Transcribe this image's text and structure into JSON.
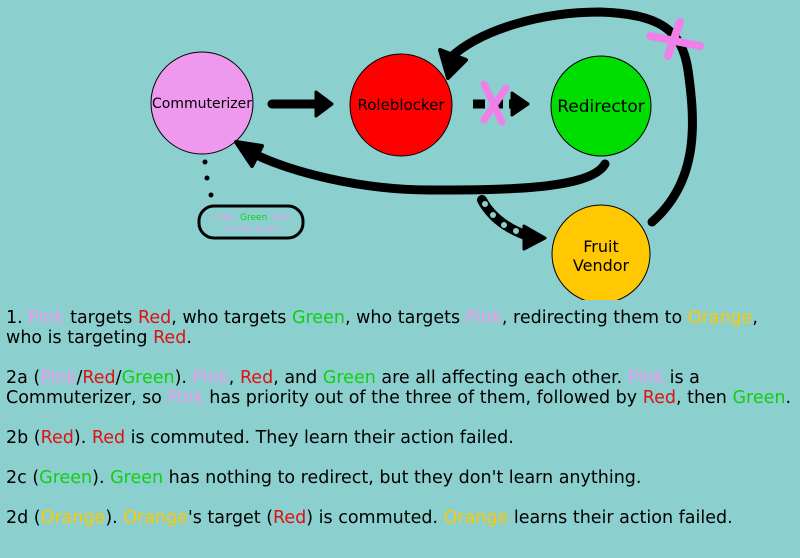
{
  "nodes": {
    "commuterizer": {
      "label": "Commuterizer",
      "color": "#ee99ee"
    },
    "roleblocker": {
      "label": "Roleblocker",
      "color": "#ff0000"
    },
    "redirector": {
      "label": "Redirector",
      "color": "#00dd00"
    },
    "fruit_vendor": {
      "line1": "Fruit",
      "line2": "Vendor",
      "color": "#ffc800"
    }
  },
  "thought_bubble": {
    "part1": "I see",
    "part2": "Green",
    "part3": "has",
    "line2": "no-one to jail"
  },
  "steps": [
    {
      "segments": [
        {
          "t": "1. ",
          "c": ""
        },
        {
          "t": "Pink",
          "c": "pink"
        },
        {
          "t": " targets ",
          "c": ""
        },
        {
          "t": "Red",
          "c": "red"
        },
        {
          "t": ", who targets ",
          "c": ""
        },
        {
          "t": "Green",
          "c": "green"
        },
        {
          "t": ", who targets ",
          "c": ""
        },
        {
          "t": "Pink",
          "c": "pink"
        },
        {
          "t": ", redirecting them to ",
          "c": ""
        },
        {
          "t": "Orange",
          "c": "orange"
        },
        {
          "t": ", who is targeting ",
          "c": ""
        },
        {
          "t": "Red",
          "c": "red"
        },
        {
          "t": ".",
          "c": ""
        }
      ]
    },
    {
      "segments": [
        {
          "t": "2a (",
          "c": ""
        },
        {
          "t": "Pink",
          "c": "pink"
        },
        {
          "t": "/",
          "c": ""
        },
        {
          "t": "Red",
          "c": "red"
        },
        {
          "t": "/",
          "c": ""
        },
        {
          "t": "Green",
          "c": "green"
        },
        {
          "t": "). ",
          "c": ""
        },
        {
          "t": "Pink",
          "c": "pink"
        },
        {
          "t": ", ",
          "c": ""
        },
        {
          "t": "Red",
          "c": "red"
        },
        {
          "t": ", and ",
          "c": ""
        },
        {
          "t": "Green",
          "c": "green"
        },
        {
          "t": " are all affecting each other. ",
          "c": ""
        },
        {
          "t": "Pink",
          "c": "pink"
        },
        {
          "t": " is a Commuterizer, so ",
          "c": ""
        },
        {
          "t": "Pink",
          "c": "pink"
        },
        {
          "t": " has priority out of the three of them, followed by ",
          "c": ""
        },
        {
          "t": "Red",
          "c": "red"
        },
        {
          "t": ", then ",
          "c": ""
        },
        {
          "t": "Green",
          "c": "green"
        },
        {
          "t": ".",
          "c": ""
        }
      ]
    },
    {
      "segments": [
        {
          "t": "2b (",
          "c": ""
        },
        {
          "t": "Red",
          "c": "red"
        },
        {
          "t": "). ",
          "c": ""
        },
        {
          "t": "Red",
          "c": "red"
        },
        {
          "t": " is commuted. They learn their action failed.",
          "c": ""
        }
      ]
    },
    {
      "segments": [
        {
          "t": "2c (",
          "c": ""
        },
        {
          "t": "Green",
          "c": "green"
        },
        {
          "t": "). ",
          "c": ""
        },
        {
          "t": "Green",
          "c": "green"
        },
        {
          "t": " has nothing to redirect, but they don't learn anything.",
          "c": ""
        }
      ]
    },
    {
      "segments": [
        {
          "t": "2d (",
          "c": ""
        },
        {
          "t": "Orange",
          "c": "orange"
        },
        {
          "t": "). ",
          "c": ""
        },
        {
          "t": "Orange",
          "c": "orange"
        },
        {
          "t": "'s target (",
          "c": ""
        },
        {
          "t": "Red",
          "c": "red"
        },
        {
          "t": ") is commuted. ",
          "c": ""
        },
        {
          "t": "Orange",
          "c": "orange"
        },
        {
          "t": " learns their action failed.",
          "c": ""
        }
      ]
    }
  ]
}
